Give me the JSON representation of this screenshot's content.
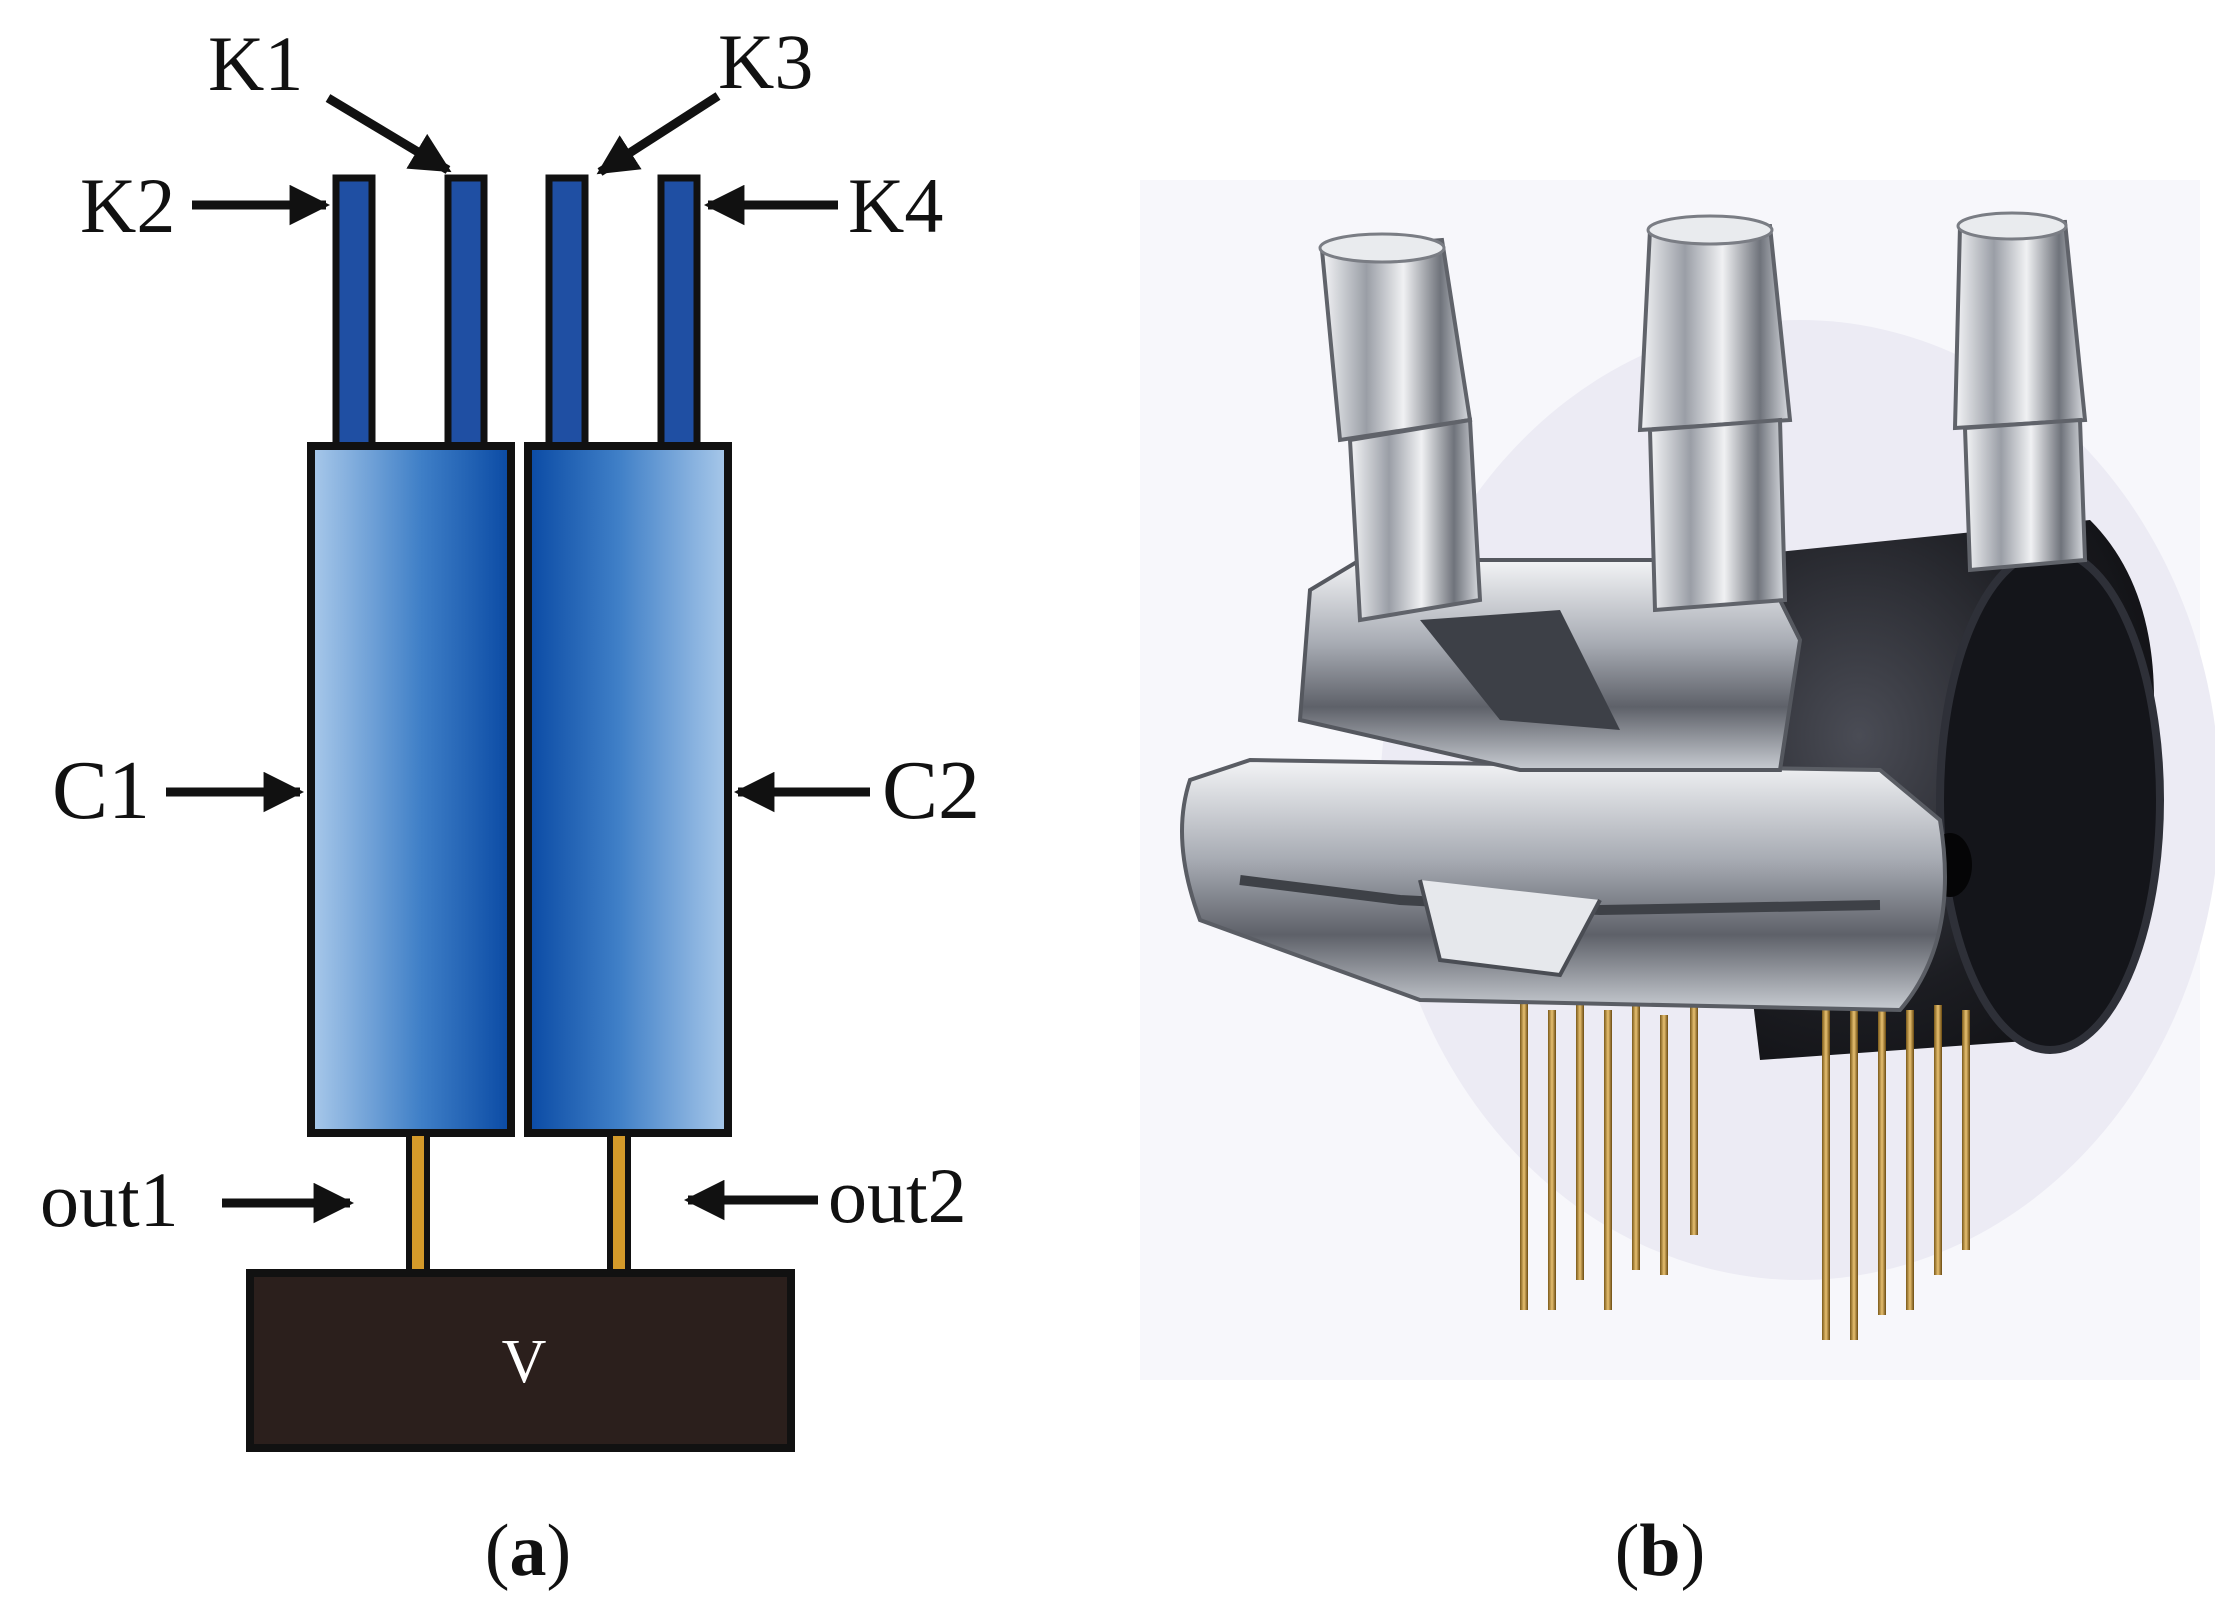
{
  "panel_a": {
    "labels": {
      "k1": "K1",
      "k2": "K2",
      "k3": "K3",
      "k4": "K4",
      "c1": "C1",
      "c2": "C2",
      "out1": "out1",
      "out2": "out2",
      "v": "V"
    },
    "caption": {
      "open": "(",
      "letter": "a",
      "close": ")"
    }
  },
  "panel_b": {
    "caption": {
      "open": "(",
      "letter": "b",
      "close": ")"
    }
  },
  "colors": {
    "tube": "#1f4fa3",
    "cell_dark": "#0d4fa8",
    "cell_light": "#9ec2e6",
    "base": "#2b1f1c",
    "wire": "#d49a2a",
    "metal": "#c9ccd2",
    "black_body": "#1c1d22"
  }
}
